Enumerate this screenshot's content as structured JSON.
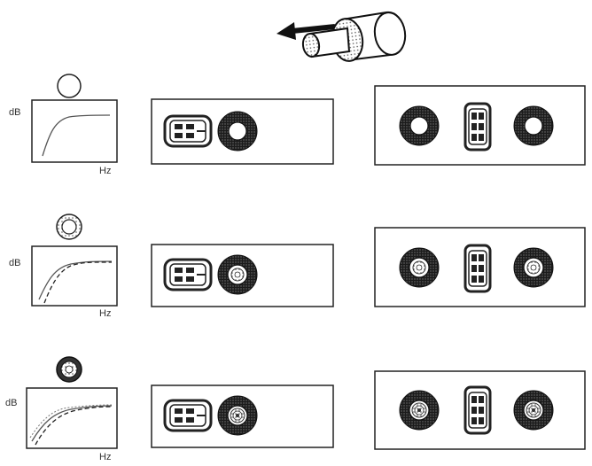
{
  "rows": [
    {
      "db_label": "dB",
      "hz_label": "Hz",
      "core": "open"
    },
    {
      "db_label": "dB",
      "hz_label": "Hz",
      "core": "ring"
    },
    {
      "db_label": "dB",
      "hz_label": "Hz",
      "core": "filled"
    }
  ],
  "colors": {
    "ink": "#222222",
    "frame": "#333333",
    "fill": "#ffffff"
  }
}
